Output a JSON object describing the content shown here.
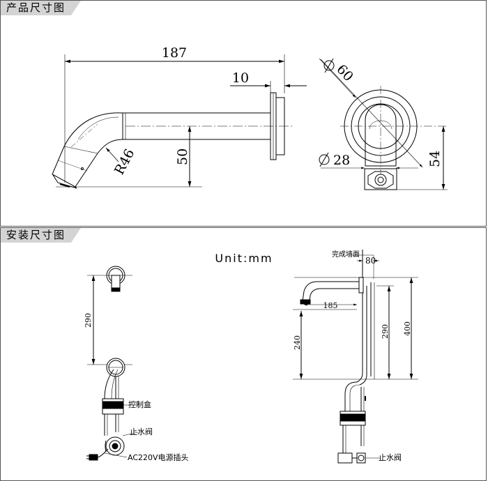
{
  "sections": {
    "product": {
      "title": "产品尺寸图"
    },
    "install": {
      "title": "安装尺寸图"
    }
  },
  "product_dims": {
    "length": "187",
    "flange_thickness": "10",
    "bend_radius": "R46",
    "height": "50",
    "flange_diameter": "60",
    "pipe_diameter": "28",
    "front_height": "54"
  },
  "install": {
    "unit": "Unit:mm",
    "left": {
      "spacing": "290",
      "control_box": "控制盒",
      "stop_valve": "止水阀",
      "power_plug": "AC220V电源插头"
    },
    "right": {
      "finished_wall": "完成墙面",
      "wall_offset": "80",
      "spout_reach": "185",
      "outlet_height": "240",
      "spacing": "290",
      "total_height": "400",
      "stop_valve": "止水阀"
    }
  }
}
